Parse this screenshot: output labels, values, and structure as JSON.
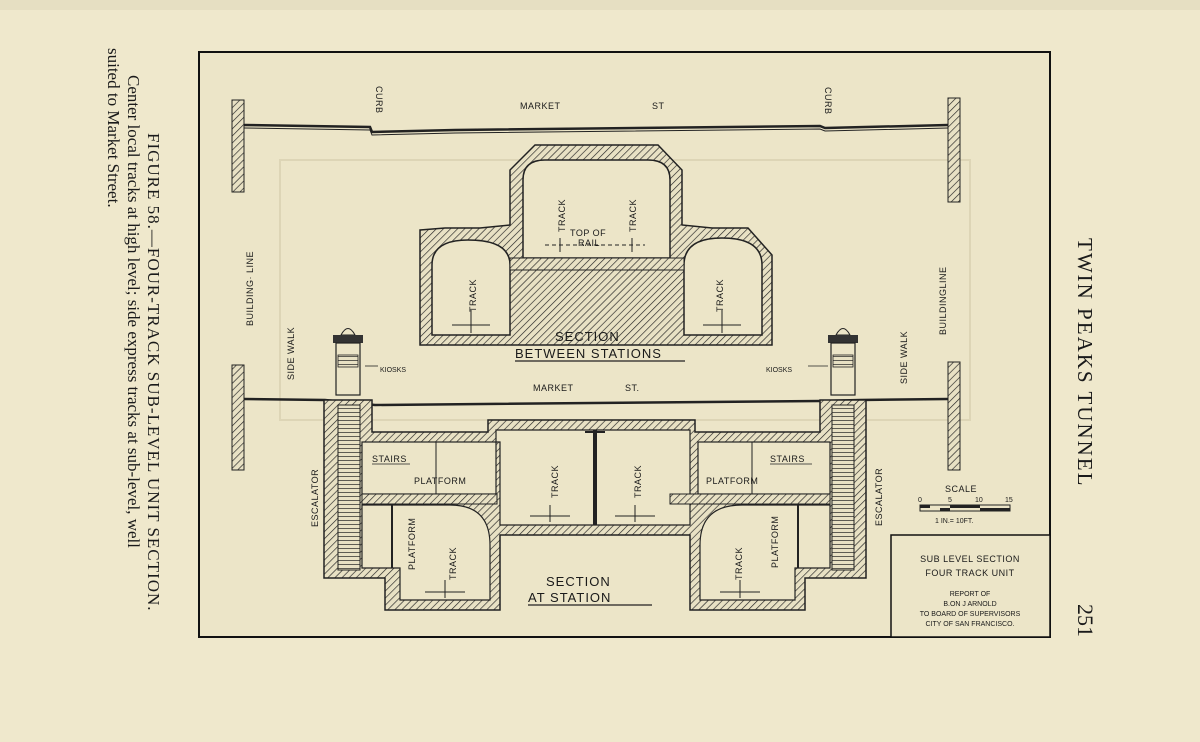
{
  "page": {
    "running_head": "TWIN PEAKS TUNNEL",
    "page_number": "251"
  },
  "caption": {
    "line1": "FIGURE 58.—FOUR-TRACK SUB-LEVEL UNIT SECTION.",
    "line2": "Center local tracks at high level; side express tracks at sub-level, well",
    "line3": "suited to Market Street."
  },
  "diagram": {
    "street_top": "MARKET",
    "street_top_st": "ST",
    "street_bottom": "MARKET",
    "street_bottom_st": "ST.",
    "curb_left": "CURB",
    "curb_right": "CURB",
    "building_line_left": "BUILDING· LINE",
    "building_line_right": "BUILDINGLINE",
    "sidewalk_left": "SIDE WALK",
    "sidewalk_right": "SIDE WALK",
    "track": "TRACK",
    "top_of_rail_1": "TOP OF",
    "top_of_rail_2": "RAIL",
    "section_between_1": "SECTION",
    "section_between_2": "BETWEEN STATIONS",
    "section_station_1": "SECTION",
    "section_station_2": "AT STATION",
    "kiosks_left": "KIOSKS",
    "kiosks_right": "KIOSKS",
    "stairs_left": "STAIRS",
    "stairs_right": "STAIRS",
    "platform_left": "PLATFORM",
    "platform_right": "PLATFORM",
    "platform_vert": "PLATFORM",
    "escalator": "ESCALATOR",
    "scale_title": "SCALE",
    "scale_ticks": [
      "0",
      "5",
      "10",
      "15"
    ],
    "scale_note": "1 IN.= 10FT."
  },
  "title_block": {
    "line1": "SUB LEVEL SECTION",
    "line2": "FOUR TRACK UNIT",
    "line3": "REPORT OF",
    "line4": "B.ON J ARNOLD",
    "line5": "TO BOARD OF SUPERVISORS",
    "line6": "CITY OF SAN FRANCISCO."
  }
}
